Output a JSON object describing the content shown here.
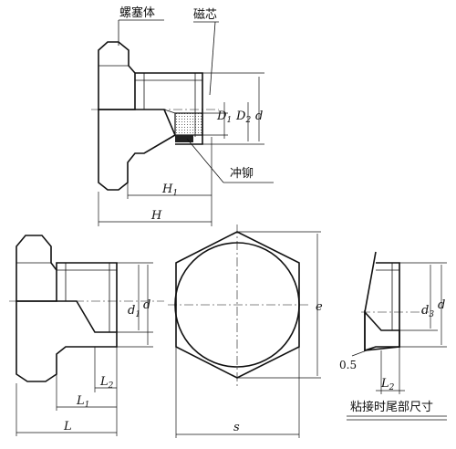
{
  "labels": {
    "body": "螺塞体",
    "magnet": "磁芯",
    "rivet": "冲铆",
    "adhesive_tail": "粘接时尾部尺寸"
  },
  "dims": {
    "D": "D",
    "d": "d",
    "d1": "d",
    "d3": "d",
    "H": "H",
    "L": "L",
    "s": "s",
    "e": "e",
    "i1": "1",
    "i2": "2",
    "i3": "3",
    "half": "0.5"
  }
}
